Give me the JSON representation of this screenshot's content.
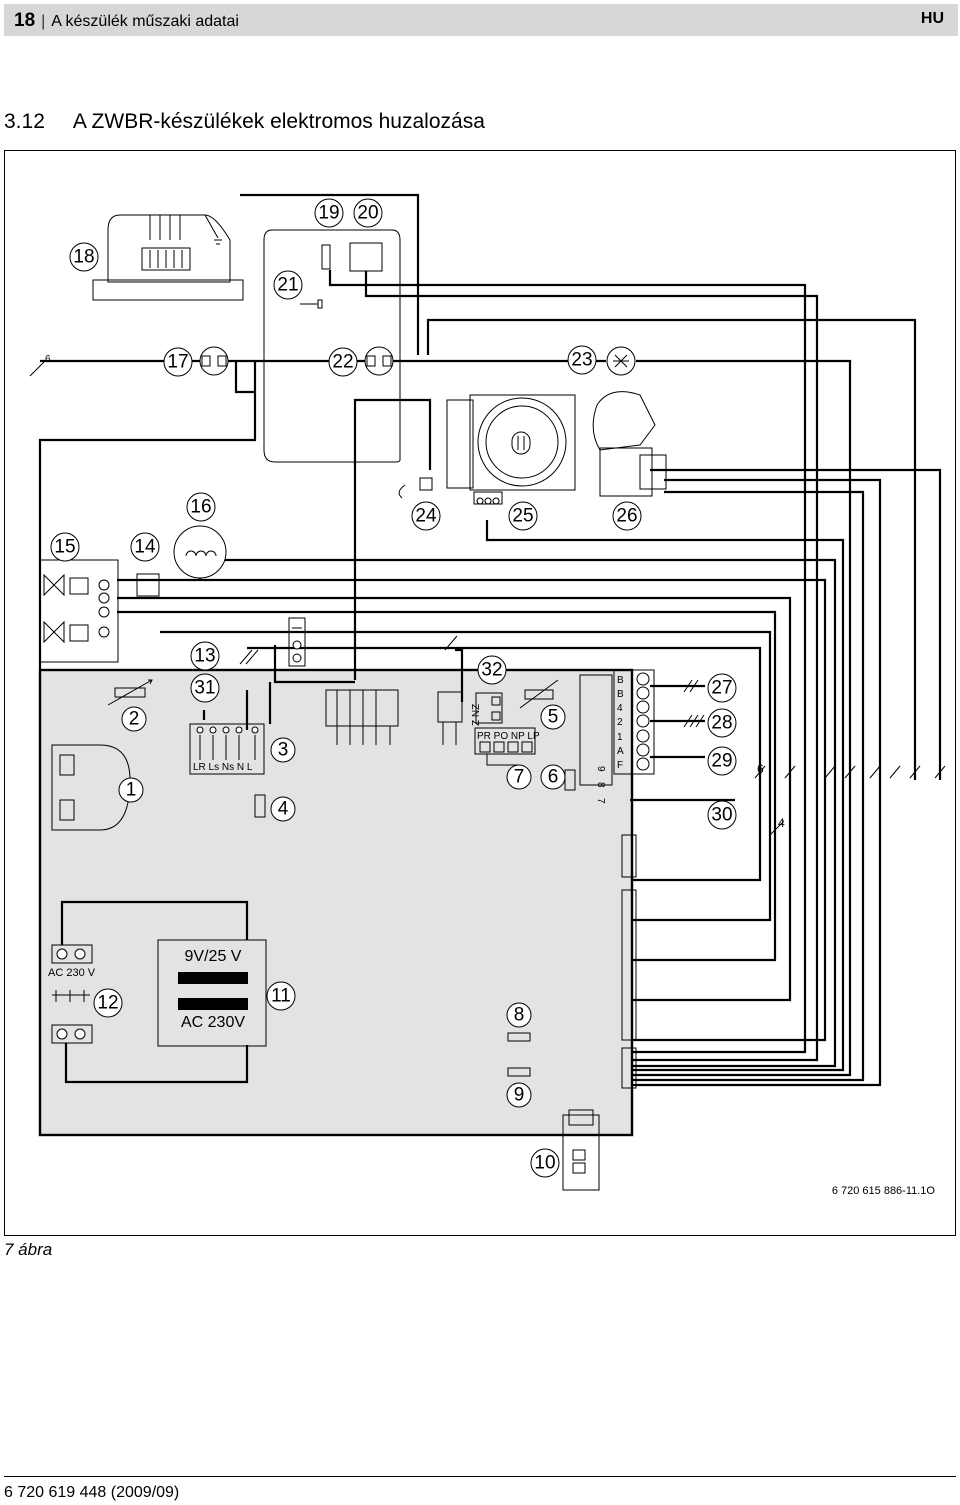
{
  "header": {
    "page_number": "18",
    "chapter_title": "A készülék műszaki adatai",
    "language": "HU"
  },
  "section": {
    "number": "3.12",
    "title": "A ZWBR-készülékek elektromos huzalozása"
  },
  "figure": {
    "caption": "7 ábra",
    "reference_code": "6 720 615 886-11.1O",
    "callouts": [
      "1",
      "2",
      "3",
      "4",
      "5",
      "6",
      "7",
      "8",
      "9",
      "10",
      "11",
      "12",
      "13",
      "14",
      "15",
      "16",
      "17",
      "18",
      "19",
      "20",
      "21",
      "22",
      "23",
      "24",
      "25",
      "26",
      "27",
      "28",
      "29",
      "30",
      "31",
      "32"
    ],
    "terminal_labels": {
      "connector_13": "LR Ls Ns N     L",
      "connector_32_top": "Z NZ",
      "connector_32_bottom": "PR PO NP LP",
      "terminal_strip": [
        "B",
        "B",
        "4",
        "2",
        "1",
        "A",
        "F"
      ],
      "small_numbers": [
        "9",
        "8",
        "7"
      ],
      "wire_count_6": "6",
      "wire_count_4": "4",
      "wire_count_left": "6"
    },
    "transformer": {
      "secondary": "9V/25 V",
      "primary": "AC 230V"
    },
    "mains_label": "AC 230 V"
  },
  "colors": {
    "header_background": "#d7d7d7",
    "board_fill": "#e3e3e3",
    "line": "#000000"
  },
  "footer": {
    "document_code": "6 720 619 448 (2009/09)"
  }
}
